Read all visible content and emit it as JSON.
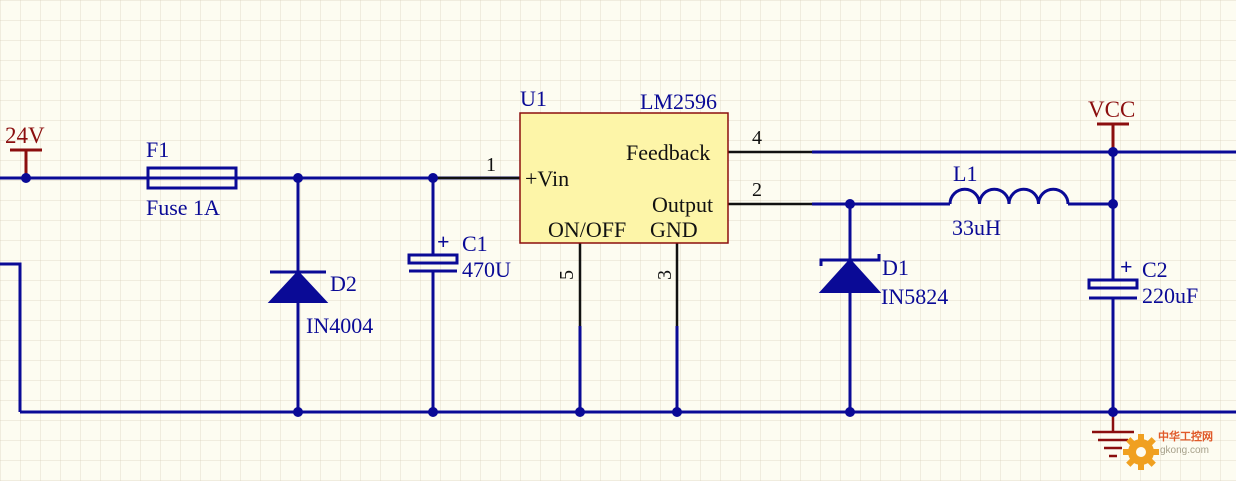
{
  "components": {
    "fuse": {
      "ref": "F1",
      "value": "Fuse 1A"
    },
    "d2": {
      "ref": "D2",
      "value": "IN4004"
    },
    "c1": {
      "ref": "C1",
      "value": "470U"
    },
    "u1": {
      "ref": "U1",
      "part": "LM2596",
      "pins": {
        "vin": "+Vin",
        "feedback": "Feedback",
        "output": "Output",
        "onoff": "ON/OFF",
        "gnd": "GND"
      },
      "pin_numbers": {
        "vin": "1",
        "output": "2",
        "gnd": "3",
        "feedback": "4",
        "onoff": "5"
      }
    },
    "d1": {
      "ref": "D1",
      "value": "IN5824"
    },
    "l1": {
      "ref": "L1",
      "value": "33uH"
    },
    "c2": {
      "ref": "C2",
      "value": "220uF"
    }
  },
  "power_ports": {
    "input": "24V",
    "output": "VCC"
  },
  "polarity_mark": "+",
  "watermark": {
    "text": "中华工控网",
    "domain": "gkong.com"
  },
  "colors": {
    "wire": "#0a0a96",
    "ic_body": "#fdf5a8",
    "power_port": "#8b0e0e",
    "pin_lead": "#111111",
    "background": "#fdfcf1"
  }
}
